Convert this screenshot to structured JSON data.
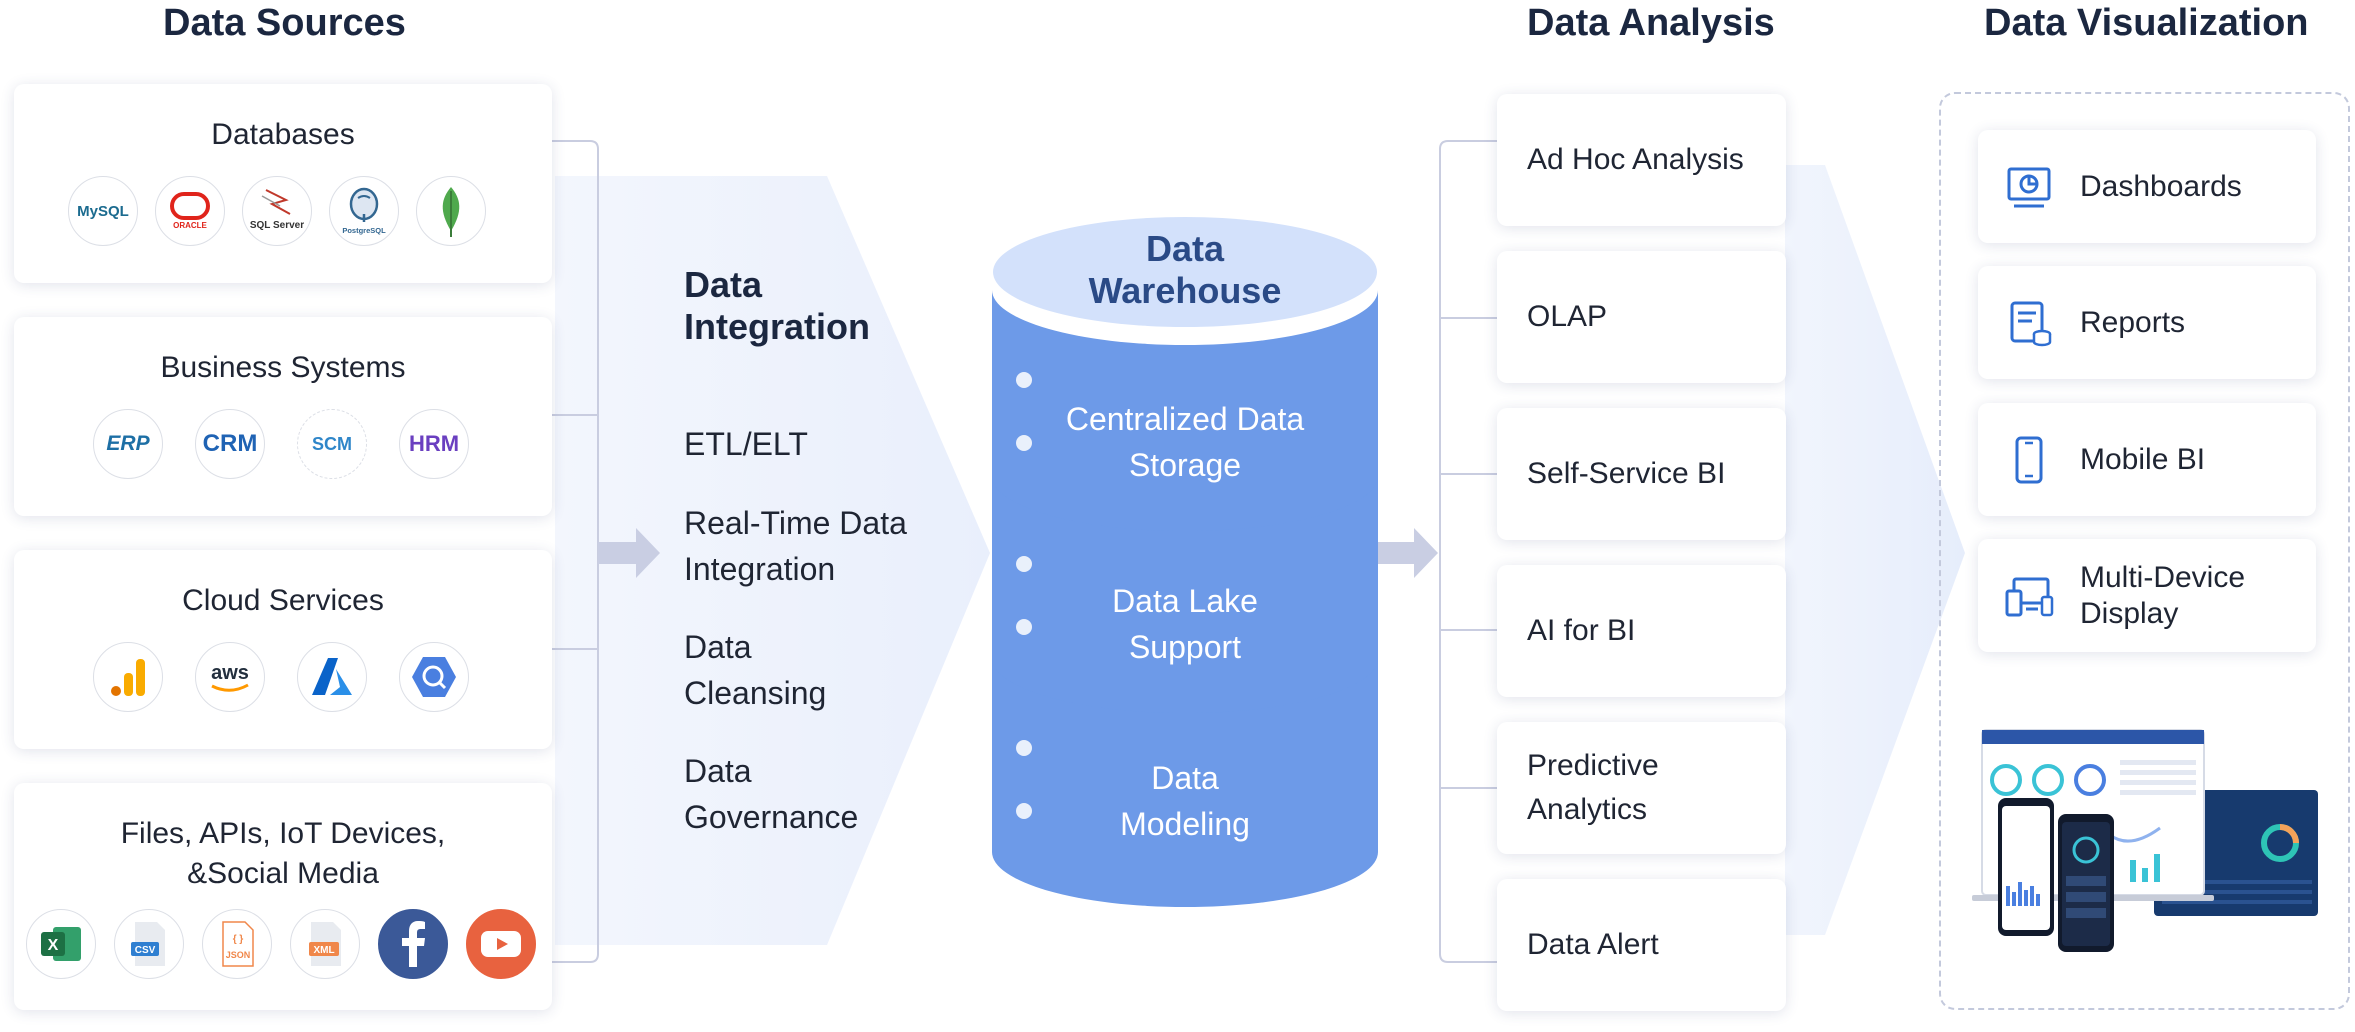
{
  "columns": {
    "sources": "Data Sources",
    "analysis": "Data Analysis",
    "visualization": "Data Visualization"
  },
  "sources": {
    "databases": {
      "title": "Databases",
      "logos": [
        "MySQL",
        "ORACLE",
        "SQL Server",
        "PostgreSQL",
        "mongodb-leaf-icon"
      ]
    },
    "business": {
      "title": "Business Systems",
      "logos": [
        "ERP",
        "CRM",
        "SCM",
        "HRM"
      ]
    },
    "cloud": {
      "title": "Cloud Services",
      "logos": [
        "analytics-bars-icon",
        "aws",
        "azure-icon",
        "bigquery-icon"
      ]
    },
    "files": {
      "title_line1": "Files, APIs, IoT Devices,",
      "title_line2": "&Social Media",
      "logos": [
        "excel-icon",
        "CSV",
        "JSON",
        "XML",
        "facebook-icon",
        "youtube-icon"
      ]
    }
  },
  "integration": {
    "title_line1": "Data",
    "title_line2": "Integration",
    "items": [
      {
        "line1": "ETL/ELT",
        "line2": ""
      },
      {
        "line1": "Real-Time Data",
        "line2": "Integration"
      },
      {
        "line1": "Data",
        "line2": "Cleansing"
      },
      {
        "line1": "Data",
        "line2": "Governance"
      }
    ]
  },
  "warehouse": {
    "title_line1": "Data",
    "title_line2": "Warehouse",
    "layers": [
      {
        "line1": "Centralized Data",
        "line2": "Storage"
      },
      {
        "line1": "Data Lake",
        "line2": "Support"
      },
      {
        "line1": "Data",
        "line2": "Modeling"
      }
    ]
  },
  "analysis": {
    "items": [
      {
        "line1": "Ad Hoc Analysis",
        "line2": ""
      },
      {
        "line1": "OLAP",
        "line2": ""
      },
      {
        "line1": "Self-Service BI",
        "line2": ""
      },
      {
        "line1": "AI for BI",
        "line2": ""
      },
      {
        "line1": "Predictive",
        "line2": "Analytics"
      },
      {
        "line1": "Data Alert",
        "line2": ""
      }
    ]
  },
  "visualization": {
    "items": [
      {
        "line1": "Dashboards",
        "line2": "",
        "icon": "dashboard-icon"
      },
      {
        "line1": "Reports",
        "line2": "",
        "icon": "report-icon"
      },
      {
        "line1": "Mobile BI",
        "line2": "",
        "icon": "mobile-icon"
      },
      {
        "line1": "Multi-Device",
        "line2": "Display",
        "icon": "multi-device-icon"
      }
    ]
  },
  "colors": {
    "title": "#1b2740",
    "cylinder": "#6d9ae8",
    "cylinder_top": "#d3e1fb",
    "warehouse_title": "#2a4a86",
    "chevron_bg": "#eef3fd",
    "arrow": "#c9cee3",
    "connector": "#c9cde0"
  }
}
